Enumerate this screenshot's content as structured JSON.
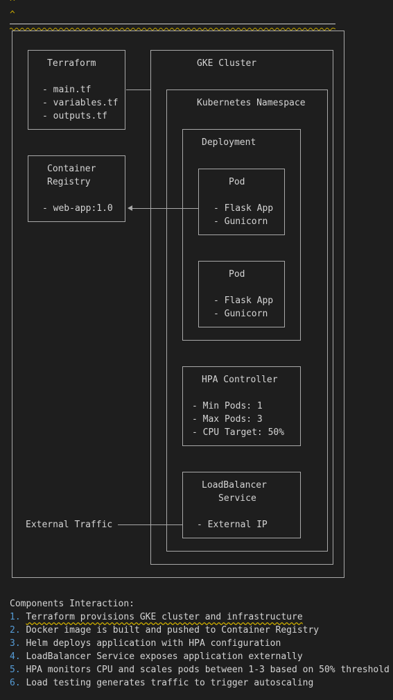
{
  "top_marks": [
    "^",
    "^"
  ],
  "terraform": {
    "title": "Terraform",
    "items": [
      "- main.tf",
      "- variables.tf",
      "- outputs.tf"
    ]
  },
  "registry": {
    "title_line1": "Container",
    "title_line2": "Registry",
    "item": "- web-app:1.0"
  },
  "gke": {
    "title": "GKE Cluster"
  },
  "namespace": {
    "title": "Kubernetes Namespace"
  },
  "deployment": {
    "title": "Deployment"
  },
  "pods": [
    {
      "title": "Pod",
      "items": [
        "- Flask App",
        "- Gunicorn"
      ]
    },
    {
      "title": "Pod",
      "items": [
        "- Flask App",
        "- Gunicorn"
      ]
    }
  ],
  "hpa": {
    "title": "HPA Controller",
    "items": [
      "- Min Pods: 1",
      "- Max Pods: 3",
      "- CPU Target: 50%"
    ]
  },
  "loadbalancer": {
    "title_line1": "LoadBalancer",
    "title_line2": "Service",
    "item": "- External IP"
  },
  "external_traffic": "External Traffic",
  "interaction": {
    "heading": "Components Interaction:",
    "steps": [
      {
        "num": "1.",
        "text": "Terraform provisions GKE cluster and infrastructure"
      },
      {
        "num": "2.",
        "text": "Docker image is built and pushed to Container Registry"
      },
      {
        "num": "3.",
        "text": "Helm deploys application with HPA configuration"
      },
      {
        "num": "4.",
        "text": "LoadBalancer Service exposes application externally"
      },
      {
        "num": "5.",
        "text": "HPA monitors CPU and scales pods between 1-3 based on 50% threshold"
      },
      {
        "num": "6.",
        "text": "Load testing generates traffic to trigger autoscaling"
      }
    ]
  },
  "colors": {
    "background": "#1e1e1e",
    "text": "#d4d4d4",
    "border": "#a9a9a9",
    "list_number": "#569cd6",
    "squiggle": "#c8a900"
  }
}
